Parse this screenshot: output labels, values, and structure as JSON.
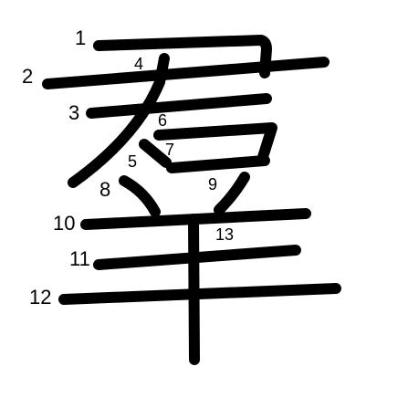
{
  "character": "羣",
  "stroke_count": 13,
  "stroke_color": "#000000",
  "background_color": "#ffffff",
  "stroke_numbers": [
    "1",
    "2",
    "3",
    "4",
    "5",
    "6",
    "7",
    "8",
    "9",
    "10",
    "11",
    "12",
    "13"
  ]
}
